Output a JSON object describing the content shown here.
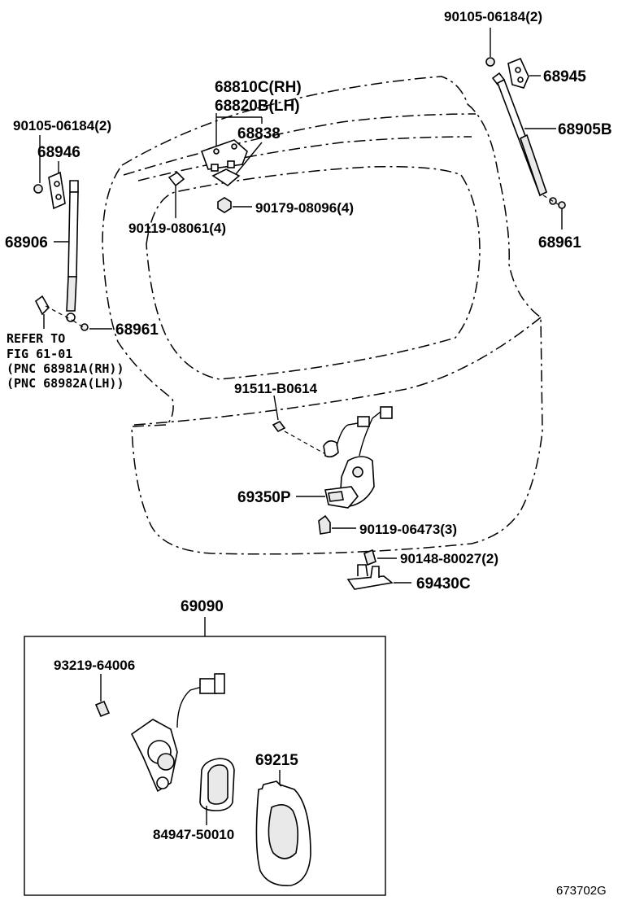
{
  "labels": {
    "bolt_top_right": "90105-06184(2)",
    "hinge_right": "68945",
    "stay_right": "68905B",
    "ball_right": "68961",
    "hinge_rh": "68810C(RH)",
    "hinge_lh": "68820B(LH)",
    "gasket": "68838",
    "nut_4": "90179-08096(4)",
    "bolt_4": "90119-08061(4)",
    "bolt_top_left": "90105-06184(2)",
    "hinge_left": "68946",
    "stay_left": "68906",
    "ball_left": "68961",
    "refer_line1": "REFER TO",
    "refer_line2": "FIG 61-01",
    "refer_line3": "(PNC 68981A(RH))",
    "refer_line4": "(PNC 68982A(LH))",
    "screw_lock": "91511-B0614",
    "lock_assy": "69350P",
    "bolt_3": "90119-06473(3)",
    "screw_2": "90148-80027(2)",
    "striker": "69430C",
    "kit": "69090",
    "screw_switch": "93219-64006",
    "pad": "84947-50010",
    "cover": "69215",
    "drawing_code": "673702G"
  }
}
